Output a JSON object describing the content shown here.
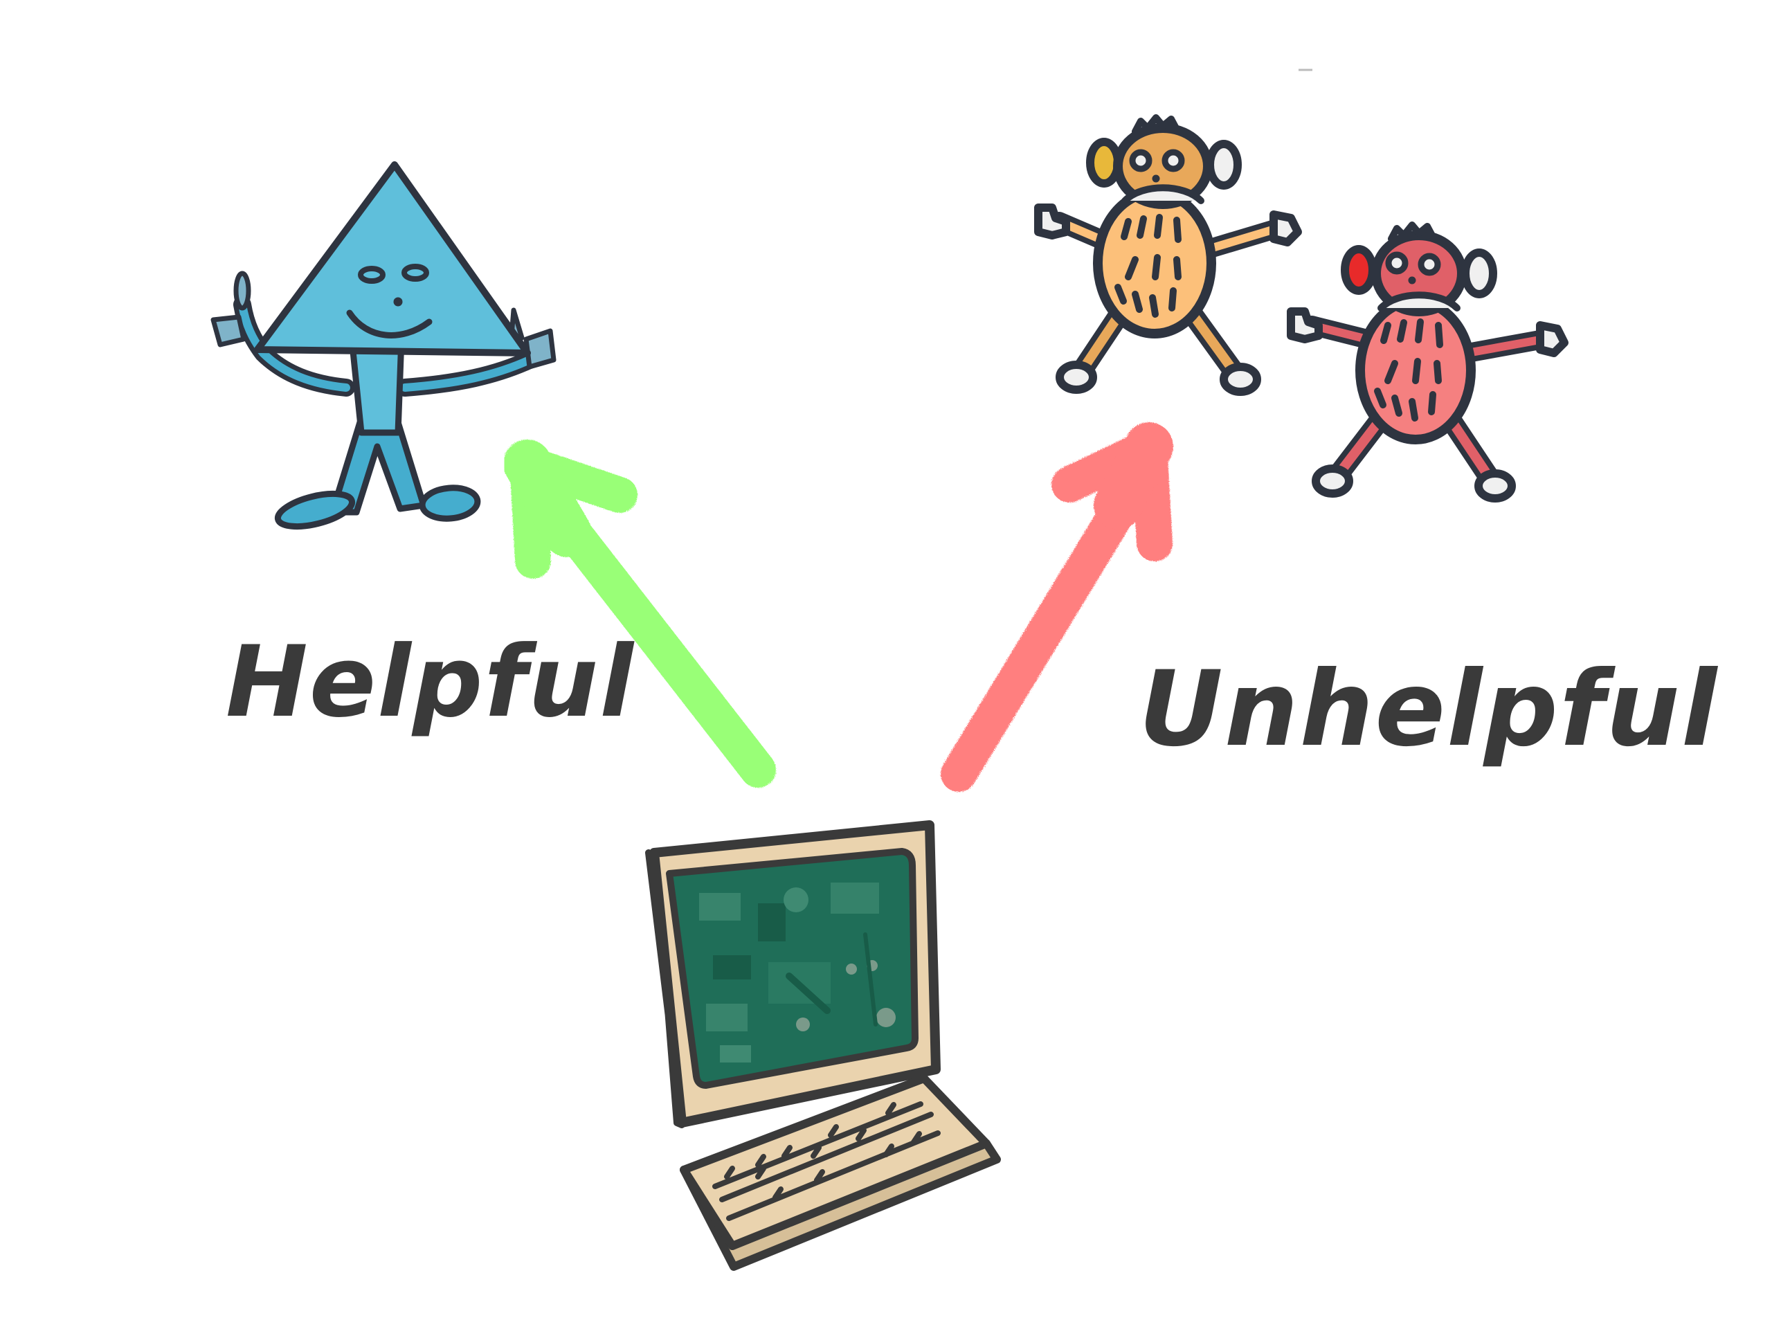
{
  "labels": {
    "helpful": "Helpful",
    "unhelpful": "Unhelpful"
  },
  "colors": {
    "background": "#ffffff",
    "text": "#3a3a3a",
    "outline": "#2e3440",
    "helpful_arrow": "#99ff77",
    "unhelpful_arrow": "#ff7f7f",
    "helpful_figure": "#5fbfdb",
    "helpful_figure_legs": "#45adce",
    "monkey_orange_head": "#e8a85a",
    "monkey_orange_body": "#fcc07a",
    "monkey_red_head": "#e06068",
    "monkey_red_body": "#f58080",
    "computer_case": "#ead3ae",
    "computer_screen": "#1f6e58",
    "computer_outline": "#3a3a3a"
  },
  "figures": {
    "helpful_character": "smiling-blue-arrow-character",
    "unhelpful_characters": [
      "orange-monkey",
      "red-monkey"
    ],
    "computer": "retro-desktop-computer"
  }
}
